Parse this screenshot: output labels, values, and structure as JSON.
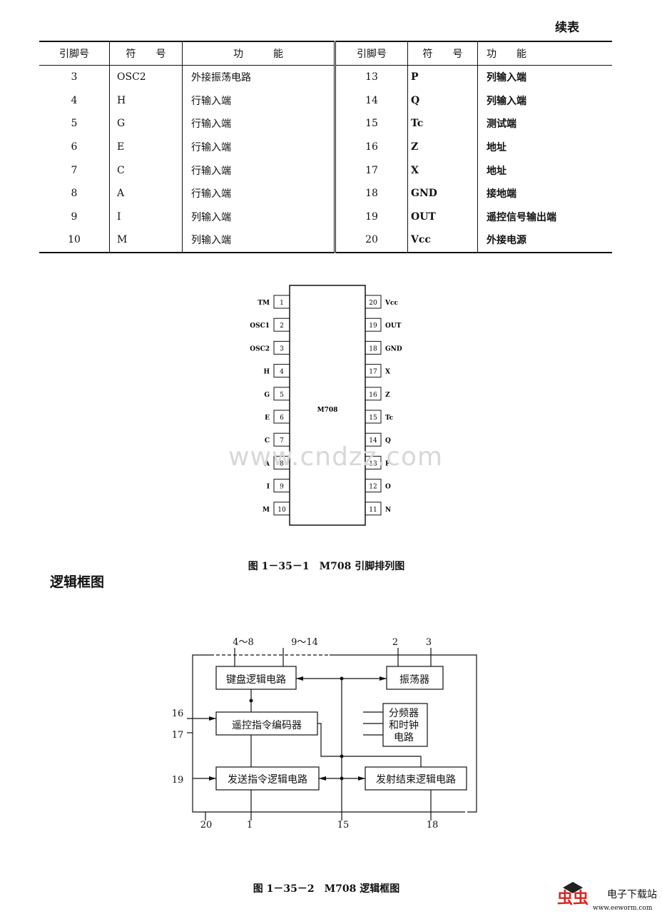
{
  "continued_label": "续表",
  "table": {
    "headers": [
      "引脚号",
      "符　　号",
      "功　　　能",
      "引脚号",
      "符　　号",
      "功　　能"
    ],
    "rows": [
      [
        "3",
        "OSC2",
        "外接振荡电路",
        "13",
        "P",
        "列输入端"
      ],
      [
        "4",
        "H",
        "行输入端",
        "14",
        "Q",
        "列输入端"
      ],
      [
        "5",
        "G",
        "行输入端",
        "15",
        "Tc",
        "测试端"
      ],
      [
        "6",
        "E",
        "行输入端",
        "16",
        "Z",
        "地址"
      ],
      [
        "7",
        "C",
        "行输入端",
        "17",
        "X",
        "地址"
      ],
      [
        "8",
        "A",
        "行输入端",
        "18",
        "GND",
        "接地端"
      ],
      [
        "9",
        "I",
        "列输入端",
        "19",
        "OUT",
        "遥控信号输出端"
      ],
      [
        "10",
        "M",
        "列输入端",
        "20",
        "Vcc",
        "外接电源"
      ]
    ]
  },
  "pinout": {
    "chip_label": "M708",
    "left_pins": [
      {
        "num": "1",
        "name": "TM"
      },
      {
        "num": "2",
        "name": "OSC1"
      },
      {
        "num": "3",
        "name": "OSC2"
      },
      {
        "num": "4",
        "name": "H"
      },
      {
        "num": "5",
        "name": "G"
      },
      {
        "num": "6",
        "name": "E"
      },
      {
        "num": "7",
        "name": "C"
      },
      {
        "num": "8",
        "name": "A"
      },
      {
        "num": "9",
        "name": "I"
      },
      {
        "num": "10",
        "name": "M"
      }
    ],
    "right_pins": [
      {
        "num": "20",
        "name": "Vcc"
      },
      {
        "num": "19",
        "name": "OUT"
      },
      {
        "num": "18",
        "name": "GND"
      },
      {
        "num": "17",
        "name": "X"
      },
      {
        "num": "16",
        "name": "Z"
      },
      {
        "num": "15",
        "name": "Tc"
      },
      {
        "num": "14",
        "name": "Q"
      },
      {
        "num": "13",
        "name": "P"
      },
      {
        "num": "12",
        "name": "O"
      },
      {
        "num": "11",
        "name": "N"
      }
    ],
    "caption": "图 1－35－1　M708 引脚排列图"
  },
  "watermark": "www.cndzz.com",
  "section_title": "逻辑框图",
  "block_diagram": {
    "blocks": {
      "keyboard": "键盘逻辑电路",
      "oscillator": "振荡器",
      "encoder": "遥控指令编码器",
      "divider_line1": "分频器",
      "divider_line2": "和时钟",
      "divider_line3": "电路",
      "send": "发送指令逻辑电路",
      "end": "发射结束逻辑电路"
    },
    "labels": {
      "in_4_8": "4～8",
      "in_9_14": "9～14",
      "in_2": "2",
      "in_3": "3",
      "in_16": "16",
      "in_17": "17",
      "in_19": "19",
      "in_20": "20",
      "in_1": "1",
      "in_15": "15",
      "in_18": "18"
    },
    "caption": "图 1－35－2　M708 逻辑框图"
  },
  "logo": {
    "brand": "虫虫",
    "tagline": "电子下载站",
    "url": "www.eeworm.com",
    "brand_color": "#d7261e"
  }
}
